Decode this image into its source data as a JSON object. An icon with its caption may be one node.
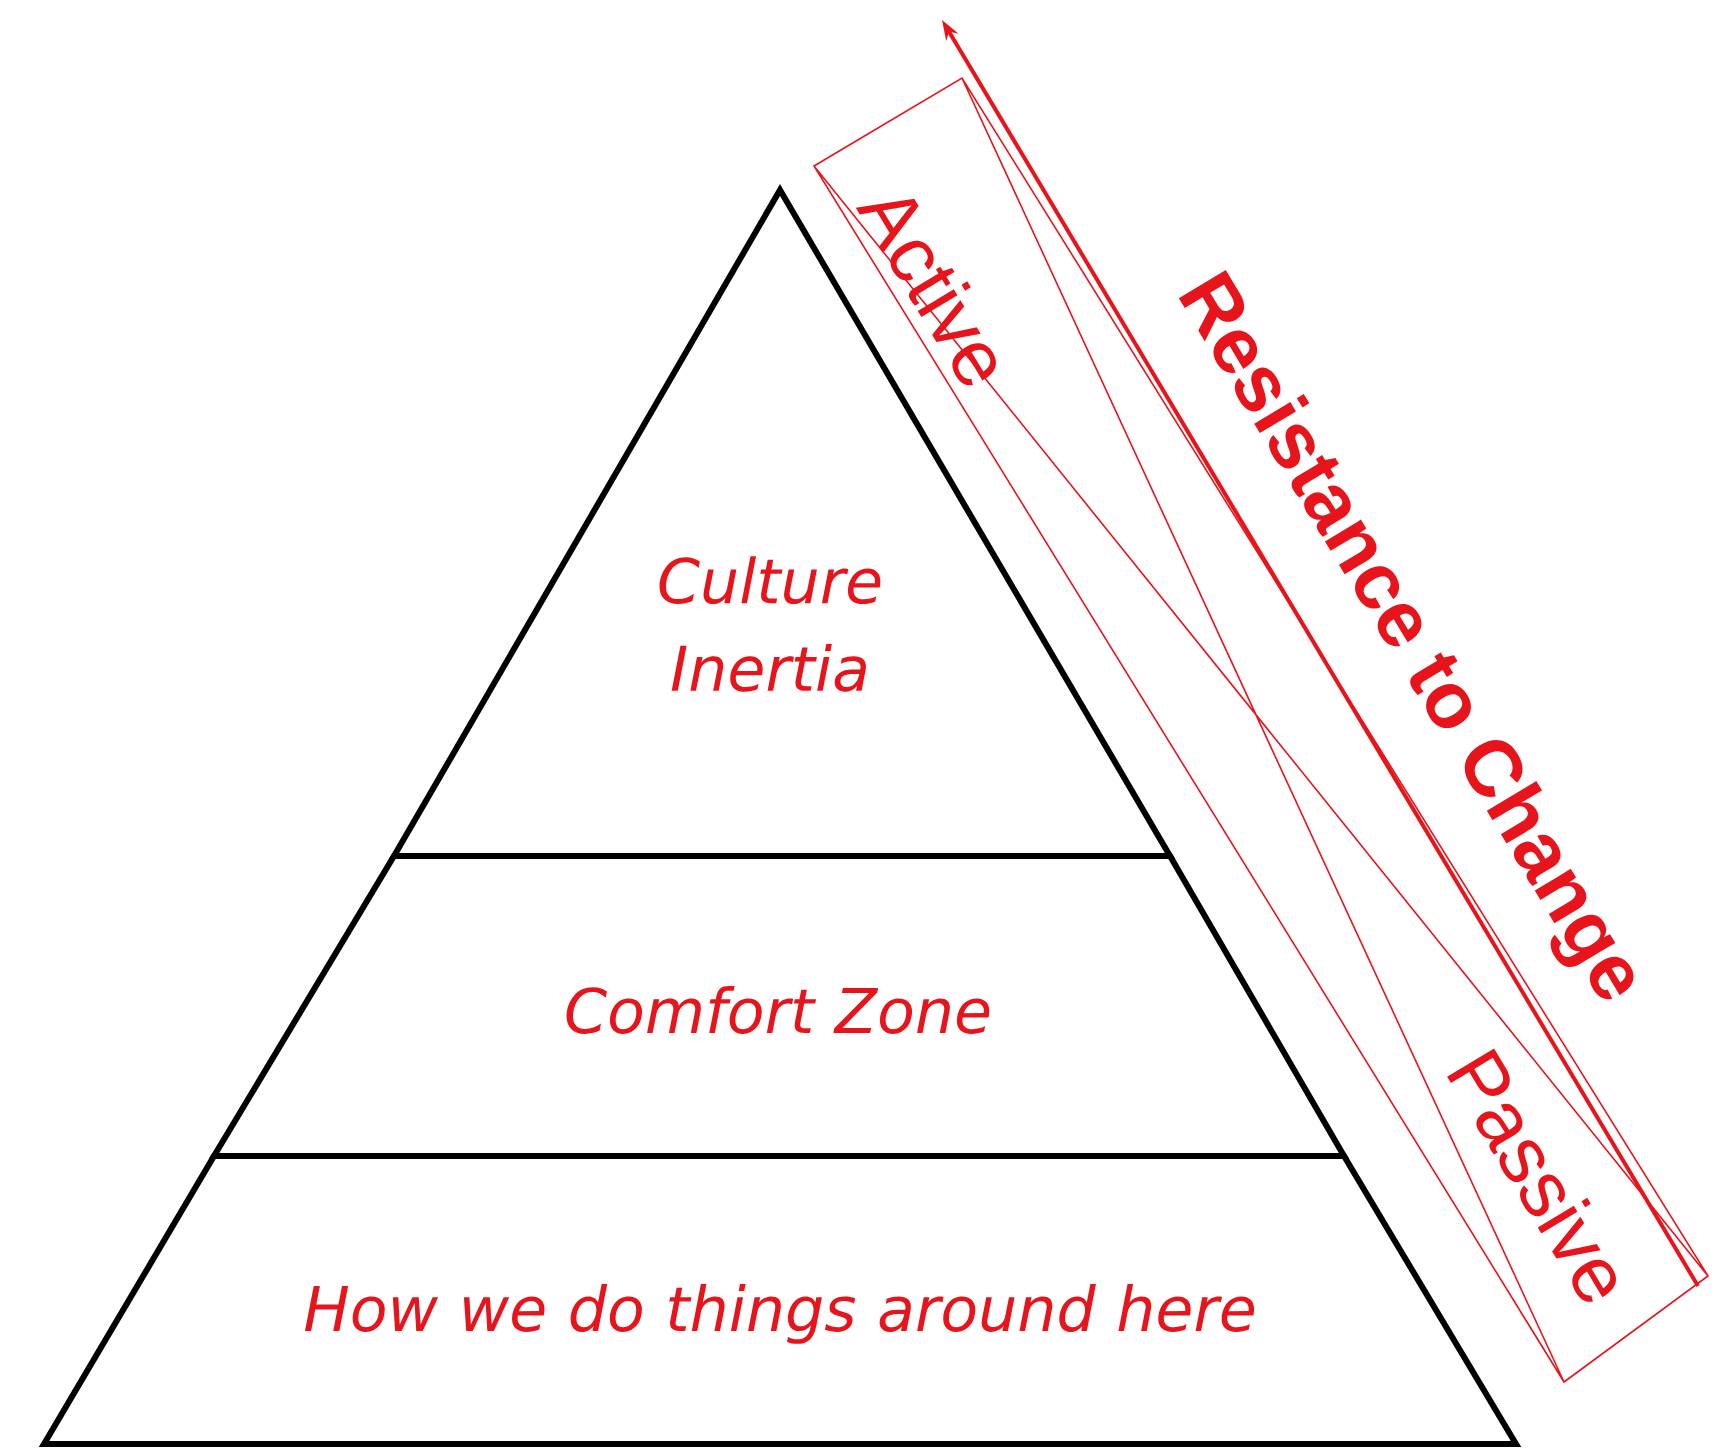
{
  "diagram": {
    "nodes": [
      {
        "text": [
          "Culture Inertia"
        ]
      },
      {
        "text": [
          "Comfort Zone"
        ]
      },
      {
        "text": [
          "How we do things around here"
        ]
      }
    ],
    "labels": [
      "Active",
      "Passive",
      "Resistance to Change"
    ]
  }
}
